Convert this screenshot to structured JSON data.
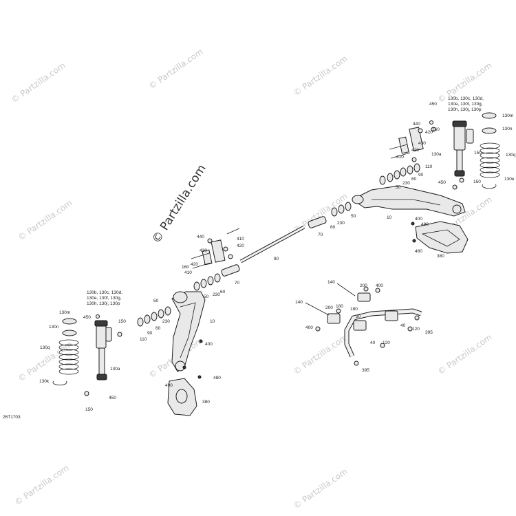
{
  "diagram_code": "26T1703",
  "watermarks": {
    "main": "© Partzilla.com",
    "repeat": "© Partzilla.com"
  },
  "labels": {
    "l_130b_top": "130b, 130c, 130d,",
    "l_130e_top": "130e, 130f, 130g,",
    "l_130h_top": "130h, 130j, 130p",
    "l_450_tr": "450",
    "l_130m_tr": "130m",
    "l_130n_tr": "130n",
    "l_130q_tr": "130q",
    "l_130e_tr": "130e",
    "l_130a_tr": "130a",
    "l_150_tr": "150",
    "l_450_tr2": "450",
    "l_150_tr2": "150",
    "l_440_tr": "440",
    "l_160_tr": "160",
    "l_420_tr": "420",
    "l_410_tr": "410",
    "l_420_tr2": "420",
    "l_430_tr": "430",
    "l_110_tr": "110",
    "l_90_tr": "90",
    "l_60_tr": "60",
    "l_230_tr": "230",
    "l_50_tr": "50",
    "l_50_tr2": "50",
    "l_230_tr2": "230",
    "l_60_tr2": "60",
    "l_70_tr": "70",
    "l_10_tr": "10",
    "l_400_tr": "400",
    "l_490_tr": "490",
    "l_480_tr": "480",
    "l_380_tr": "380",
    "l_80": "80",
    "l_440_m": "440",
    "l_410_m": "410",
    "l_420_m": "420",
    "l_430_m": "430",
    "l_160_m": "160",
    "l_420_m2": "420",
    "l_410_m2": "410",
    "l_70_m": "70",
    "l_50_m": "50",
    "l_230_m": "230",
    "l_60_m": "60",
    "l_130b_l": "130b, 130c, 130d,",
    "l_130e_l": "130e, 130f, 130g,",
    "l_130h_l": "130h, 130j, 130p",
    "l_130m_l": "130m",
    "l_450_l": "450",
    "l_150_l": "150",
    "l_130n_l": "130n",
    "l_130q_l": "130q",
    "l_130a_l": "130a",
    "l_130k_l": "130k",
    "l_150_l2": "150",
    "l_450_l2": "450",
    "l_50_l": "50",
    "l_230_l": "230",
    "l_60_l": "60",
    "l_90_l": "90",
    "l_110_l": "110",
    "l_10_l": "10",
    "l_400_l": "400",
    "l_490_l": "490",
    "l_480_l": "480",
    "l_380_l": "380",
    "l_140_a": "140",
    "l_200_a": "200",
    "l_400_a": "400",
    "l_180_a": "180",
    "l_140_b": "140",
    "l_200_b": "200",
    "l_180_b": "180",
    "l_400_b": "400",
    "l_30": "30",
    "l_40_a": "40",
    "l_120_a": "120",
    "l_395_a": "395",
    "l_40_b": "40",
    "l_120_b": "120",
    "l_395_b": "395"
  }
}
